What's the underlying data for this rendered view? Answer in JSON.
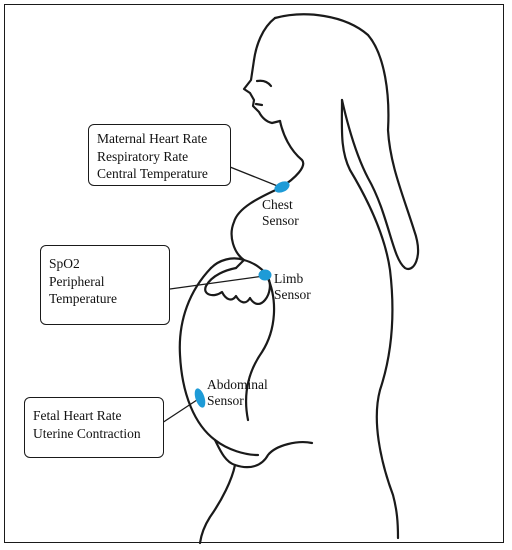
{
  "colors": {
    "outline": "#1a1a1a",
    "sensor": "#1e9bd7",
    "background": "#ffffff"
  },
  "chest_box": {
    "lines": [
      "Maternal Heart Rate",
      "Respiratory Rate",
      "Central Temperature"
    ]
  },
  "chest_sensor": {
    "lines": [
      "Chest",
      "Sensor"
    ]
  },
  "limb_box": {
    "lines": [
      "SpO2",
      "Peripheral",
      "Temperature"
    ]
  },
  "limb_sensor": {
    "lines": [
      "Limb",
      "Sensor"
    ]
  },
  "abdominal_sensor": {
    "lines": [
      "Abdominal",
      "Sensor"
    ]
  },
  "abdominal_box": {
    "lines": [
      "Fetal Heart Rate",
      "Uterine Contraction"
    ]
  }
}
